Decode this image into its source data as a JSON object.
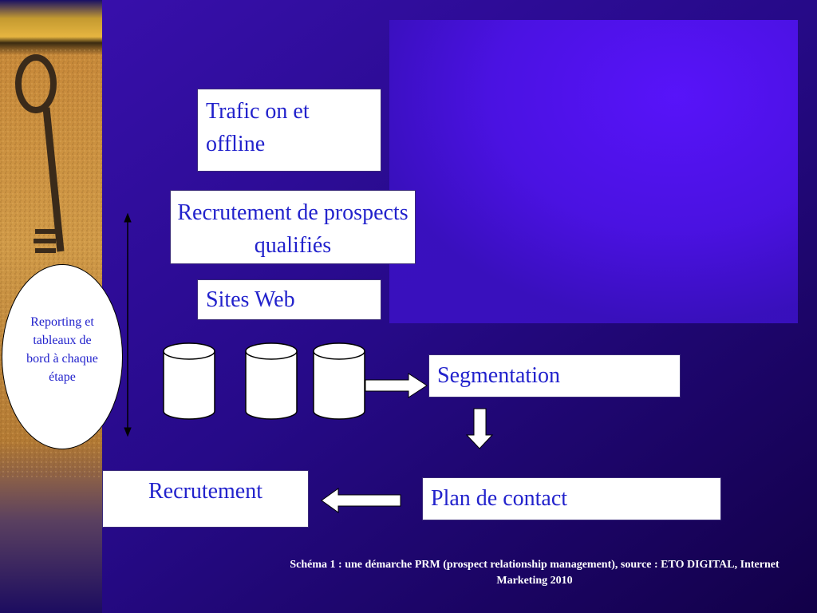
{
  "boxes": {
    "trafic": "Trafic on et offline",
    "recrutement_prospects": "Recrutement de prospects qualifiés",
    "sites_web": "Sites Web",
    "segmentation": "Segmentation",
    "plan_contact": "Plan de contact",
    "recrutement": "Recrutement"
  },
  "oval": "Reporting et tableaux de bord à chaque étape",
  "caption": "Schéma 1 : une démarche PRM (prospect relationship management), source : ETO DIGITAL, Internet Marketing 2010",
  "colors": {
    "background": "#1a0660",
    "panel": "#5a14ff",
    "box_text": "#2222cc",
    "sidebar_gold": "#c09030"
  },
  "icons": {
    "sidebar_image": "old-key-icon",
    "databases": "database-cylinder-icon"
  }
}
